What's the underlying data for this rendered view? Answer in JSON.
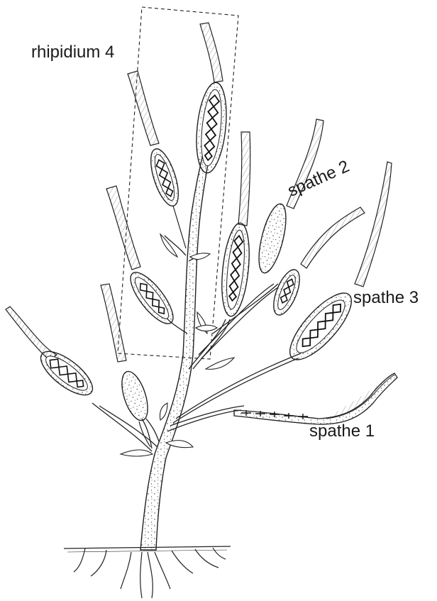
{
  "labels": {
    "rhipidium": "rhipidium 4",
    "spathe_2": "spathe 2",
    "spathe_3": "spathe 3",
    "spathe_1": "spathe 1"
  },
  "colors": {
    "ink": "#1a1a1a",
    "background": "#ffffff"
  }
}
